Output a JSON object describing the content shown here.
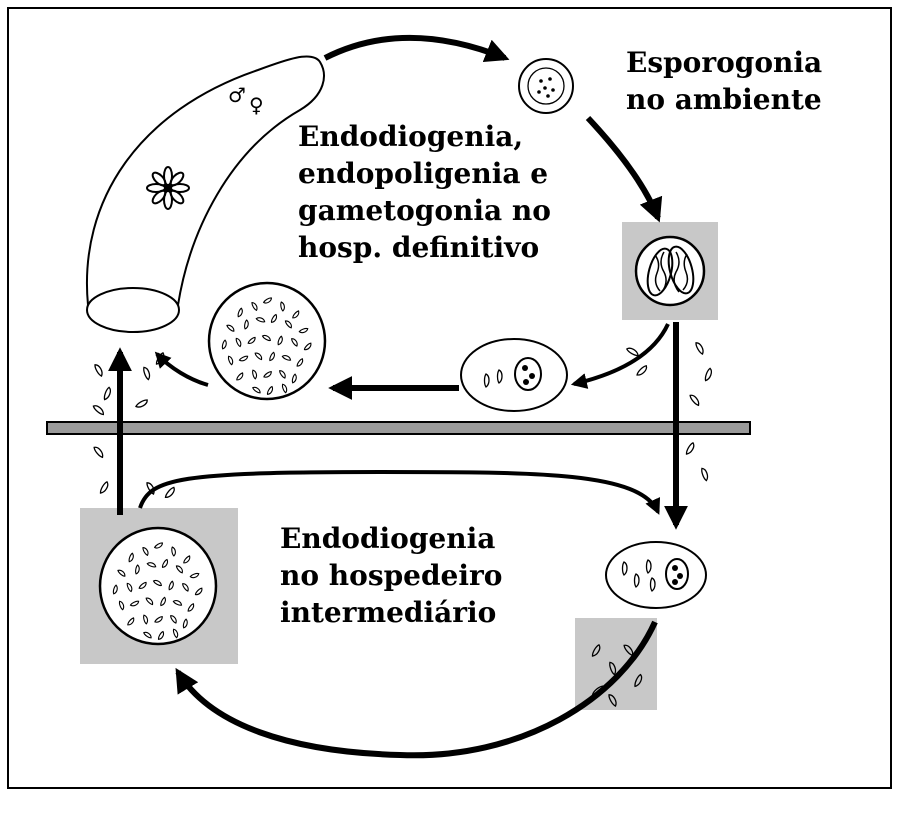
{
  "labels": {
    "esporogonia": [
      "Esporogonia",
      "no ambiente"
    ],
    "definitivo": [
      "Endodiogenia,",
      "endopoligenia e",
      "gametogonia no",
      "hosp. definitivo"
    ],
    "intermediario": [
      "Endodiogenia",
      "no hospedeiro",
      "intermediário"
    ]
  },
  "symbols": {
    "male": "♂",
    "female": "♀"
  },
  "colors": {
    "line": "#000000",
    "box": "#c8c8c8",
    "bar": "#9a9a9a"
  },
  "icons": [
    "intestine-icon",
    "oocyst-icon",
    "sporulated-oocyst-icon",
    "tissue-cyst-icon",
    "tachyzoite-icon"
  ]
}
